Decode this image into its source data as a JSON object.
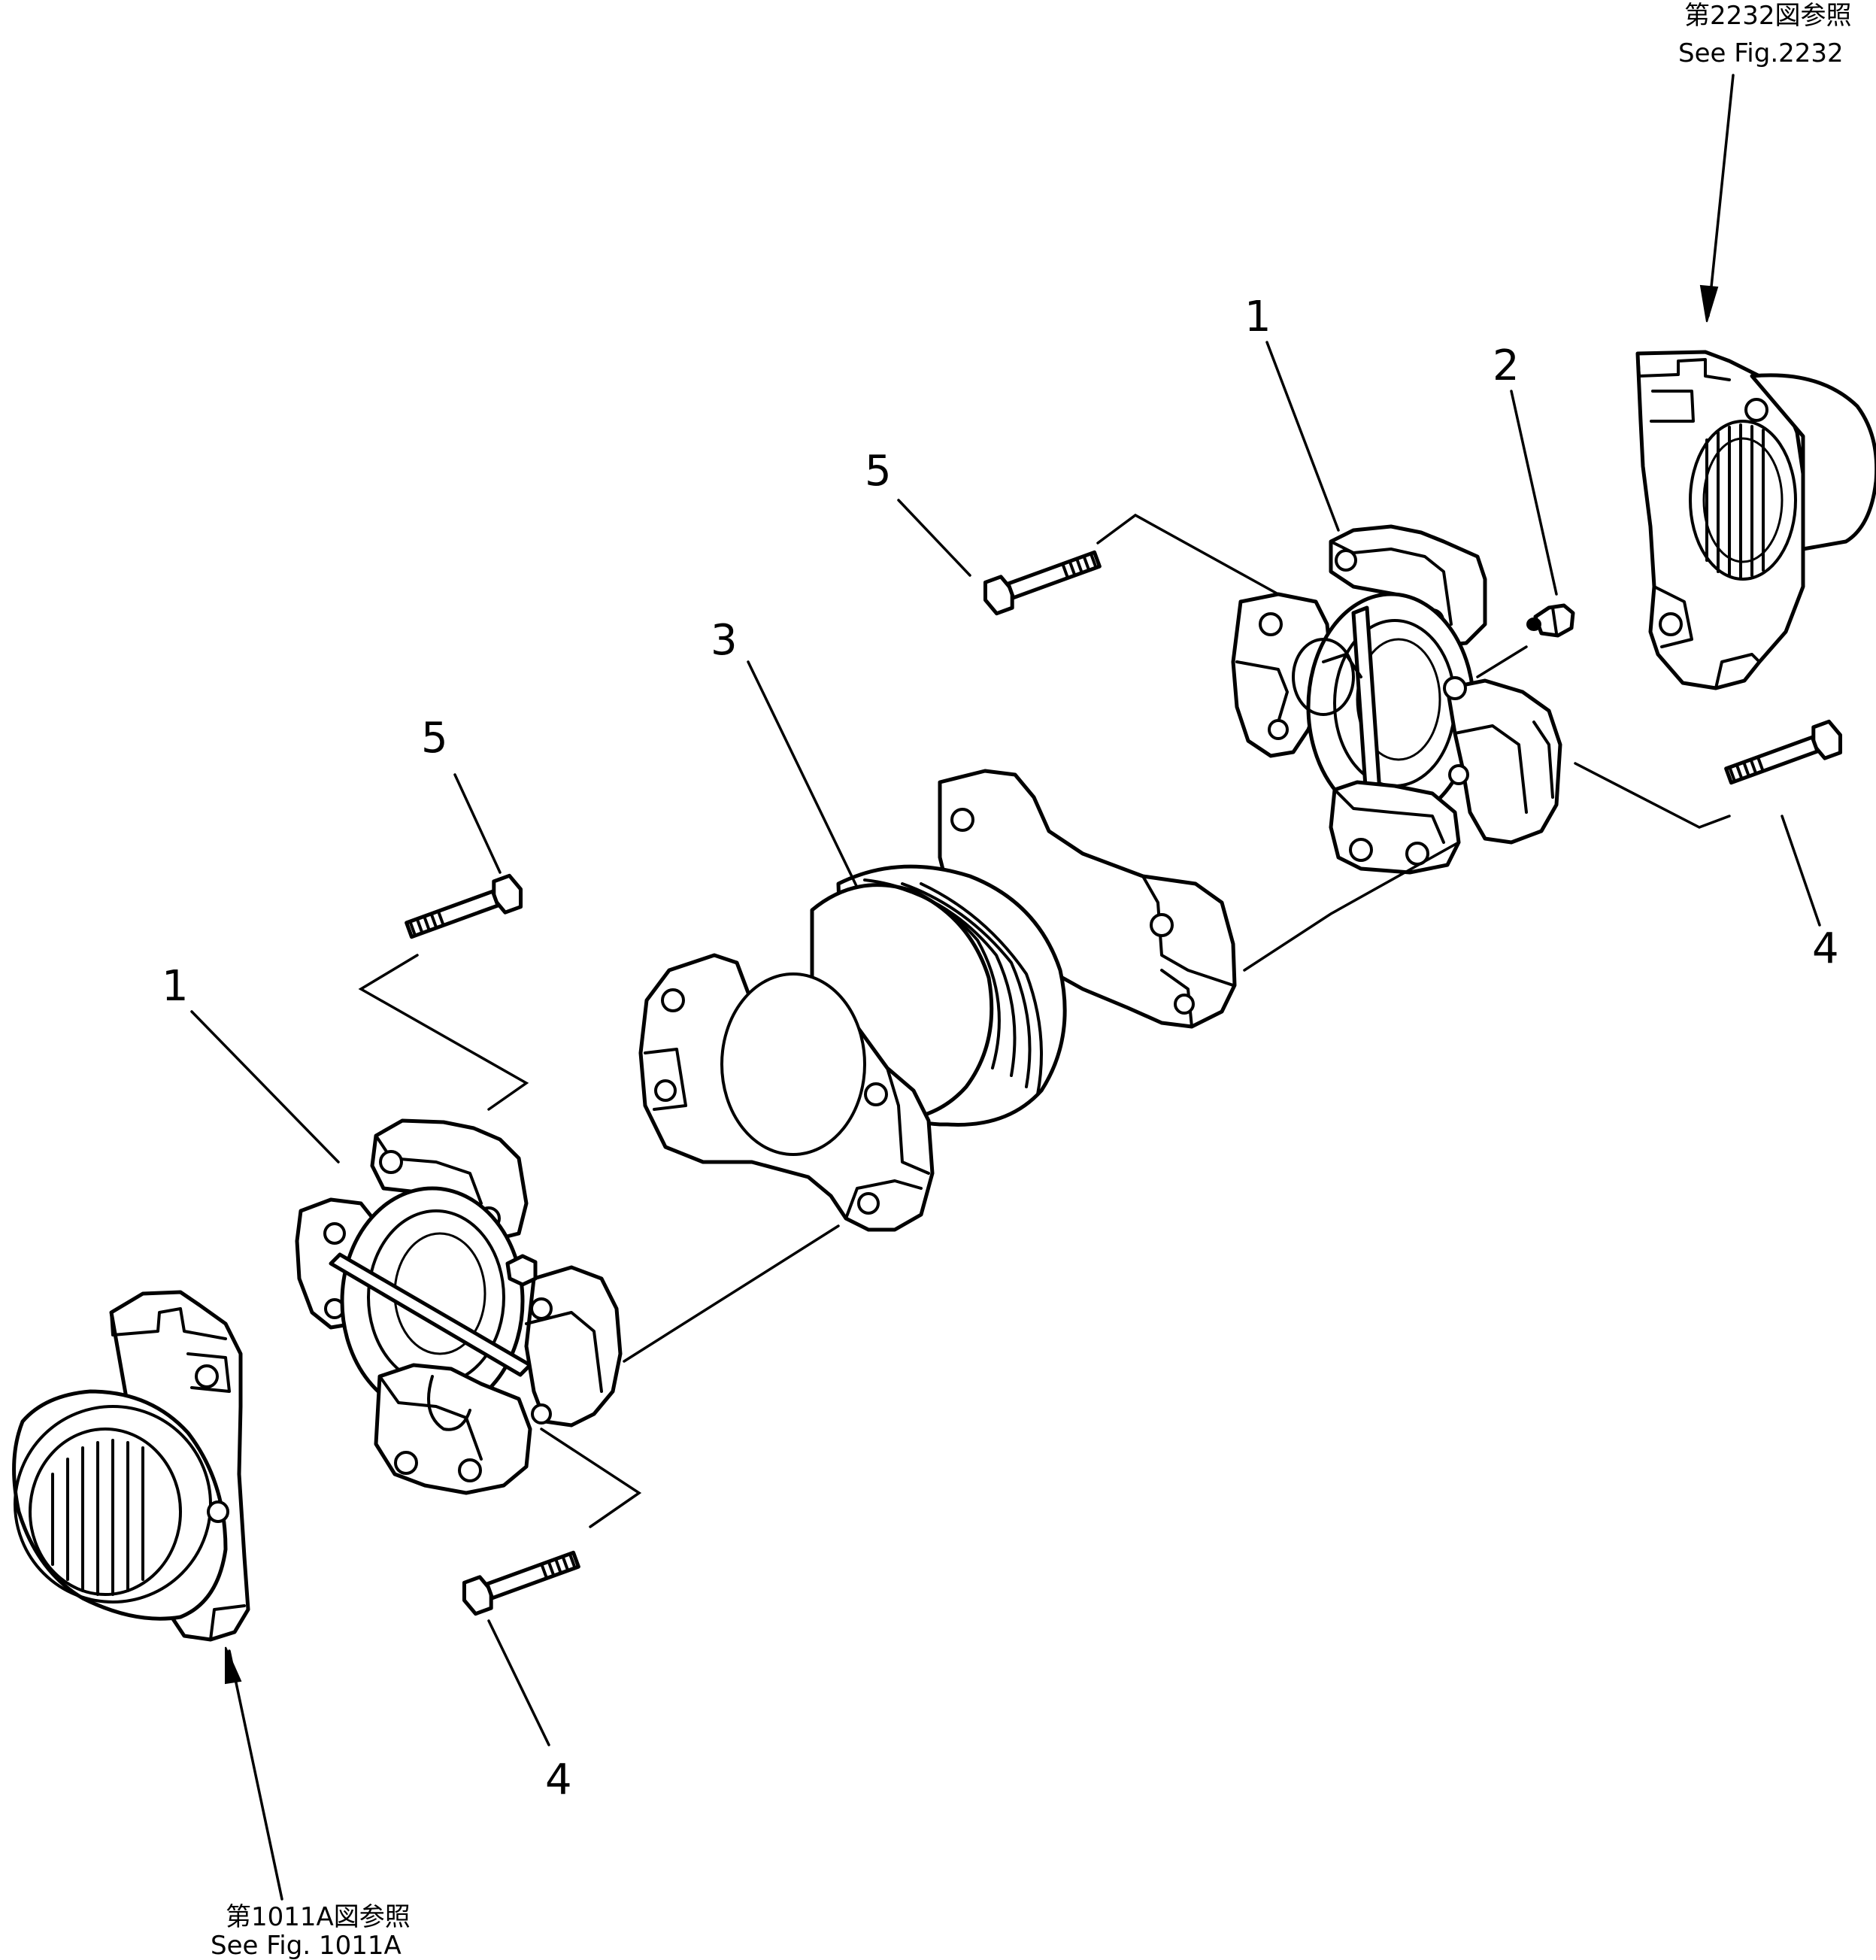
{
  "references": {
    "top_right": {
      "jp": "第2232図参照",
      "en": "See Fig.2232"
    },
    "bottom_left": {
      "jp": "第1011A図参照",
      "en": "See Fig. 1011A"
    }
  },
  "callouts": {
    "cross_right": "1",
    "grease_fitting": "2",
    "center_yoke": "3",
    "bolt_right_4": "4",
    "bolt_right_5": "5",
    "cross_left": "1",
    "bolt_left_5": "5",
    "bolt_left_4": "4"
  }
}
